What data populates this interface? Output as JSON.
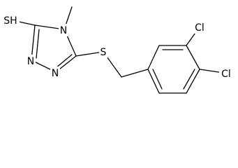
{
  "molecule": {
    "labels": {
      "thiol": "SH",
      "n_methyl": "N",
      "n_ring_a": "N",
      "n_ring_b": "N",
      "thioether_s": "S",
      "cl_top": "Cl",
      "cl_right": "Cl"
    }
  }
}
